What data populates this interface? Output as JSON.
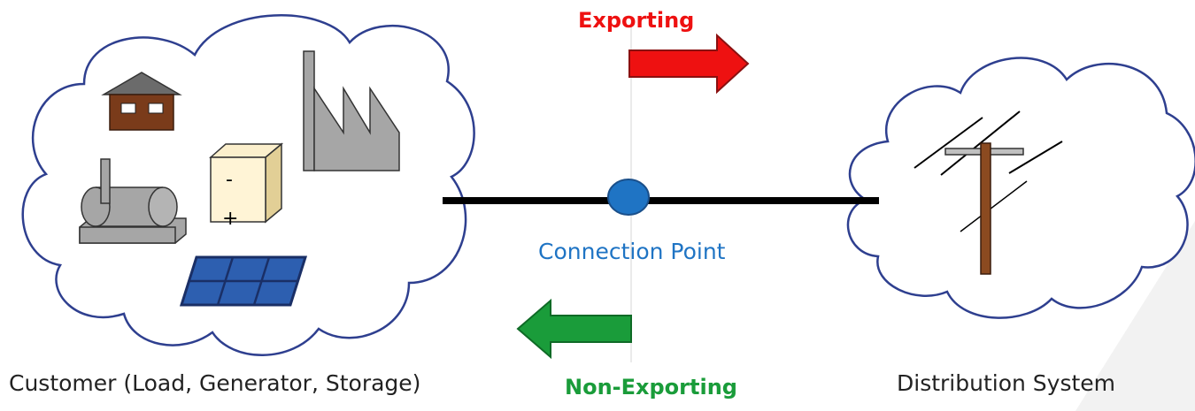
{
  "labels": {
    "exporting": "Exporting",
    "non_exporting": "Non-Exporting",
    "connection_point": "Connection Point",
    "customer": "Customer (Load, Generator, Storage)",
    "distribution_system": "Distribution System"
  },
  "battery": {
    "minus": "-",
    "plus": "+"
  },
  "colors": {
    "exporting": "#ee1111",
    "non_exporting": "#1a9c3a",
    "connection_point": "#1f74c4",
    "cloud_outline": "#2e3f8f",
    "line": "#000000"
  },
  "icons": [
    "house-icon",
    "factory-icon",
    "tank-icon",
    "battery-icon",
    "solar-panel-icon",
    "utility-pole-icon"
  ]
}
